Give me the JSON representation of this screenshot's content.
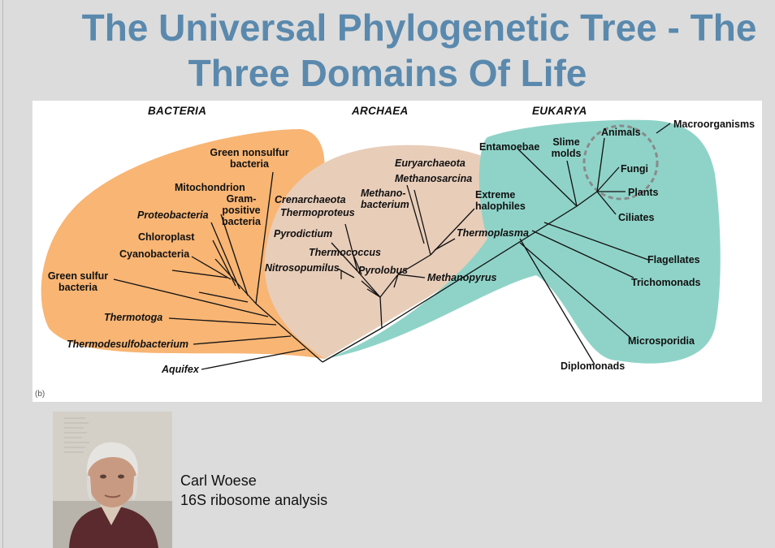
{
  "title": {
    "line1": "The Universal Phylogenetic Tree - The",
    "line2": "Three Domains Of Life"
  },
  "diagram": {
    "panel_tag": "(b)",
    "domains": {
      "bacteria": "BACTERIA",
      "archaea": "ARCHAEA",
      "eukarya": "EUKARYA"
    },
    "bacteria_labels": {
      "green_nonsulfur_1": "Green nonsulfur",
      "green_nonsulfur_2": "bacteria",
      "mitochondrion": "Mitochondrion",
      "gram_1": "Gram-",
      "gram_2": "positive",
      "gram_3": "bacteria",
      "proteobacteria": "Proteobacteria",
      "chloroplast": "Chloroplast",
      "cyanobacteria": "Cyanobacteria",
      "green_sulfur_1": "Green sulfur",
      "green_sulfur_2": "bacteria",
      "thermotoga": "Thermotoga",
      "thermodesulfobacterium": "Thermodesulfobacterium",
      "aquifex": "Aquifex"
    },
    "archaea_labels": {
      "euryarchaeota": "Euryarchaeota",
      "methanosarcina": "Methanosarcina",
      "methanobacterium_1": "Methano-",
      "methanobacterium_2": "bacterium",
      "crenarchaeota": "Crenarchaeota",
      "thermoproteus": "Thermoproteus",
      "extreme_halophiles_1": "Extreme",
      "extreme_halophiles_2": "halophiles",
      "pyrodictium": "Pyrodictium",
      "thermococcus": "Thermococcus",
      "thermoplasma": "Thermoplasma",
      "nitrosopumilus": "Nitrosopumilus",
      "pyrolobus": "Pyrolobus",
      "methanopyrus": "Methanopyrus"
    },
    "eukarya_labels": {
      "entamoebae": "Entamoebae",
      "slime_molds_1": "Slime",
      "slime_molds_2": "molds",
      "animals": "Animals",
      "macroorganisms": "Macroorganisms",
      "fungi": "Fungi",
      "plants": "Plants",
      "ciliates": "Ciliates",
      "flagellates": "Flagellates",
      "trichomonads": "Trichomonads",
      "microsporidia": "Microsporidia",
      "diplomonads": "Diplomonads"
    },
    "colors": {
      "bacteria": "#f8b574",
      "archaea": "#e8cdb9",
      "eukarya": "#8fd3c8",
      "title": "#5a89ad"
    }
  },
  "caption": {
    "name": "Carl Woese",
    "description": "16S ribosome analysis"
  }
}
